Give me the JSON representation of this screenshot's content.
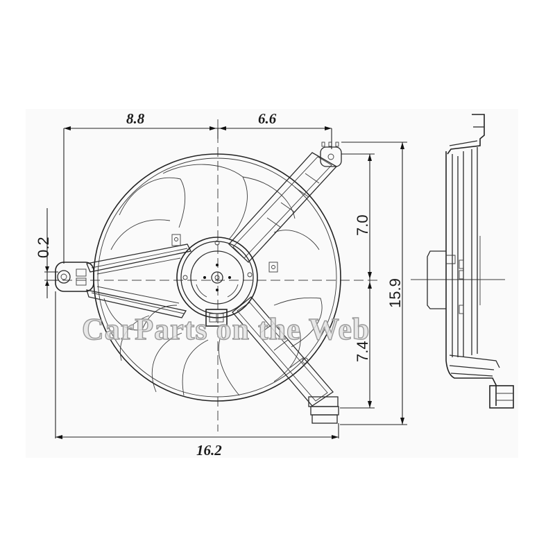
{
  "drawing": {
    "title": "Radiator cooling fan assembly - dimensional drawing",
    "views": [
      "front-view",
      "side-view"
    ],
    "units_shown": false
  },
  "dimensions": {
    "top_left": "8.8",
    "top_right": "6.6",
    "bottom_overall_width": "16.2",
    "right_upper_height": "7.0",
    "right_lower_height": "7.4",
    "right_overall_height": "15.9",
    "left_offset": "0.2"
  },
  "watermark": {
    "text": "CarParts on the Web"
  },
  "colors": {
    "background": "#ffffff",
    "panel": "#fafafa",
    "line": "#2a2a2a",
    "watermark_fill": "#e4e4e4",
    "watermark_stroke": "#9a9a9a"
  }
}
